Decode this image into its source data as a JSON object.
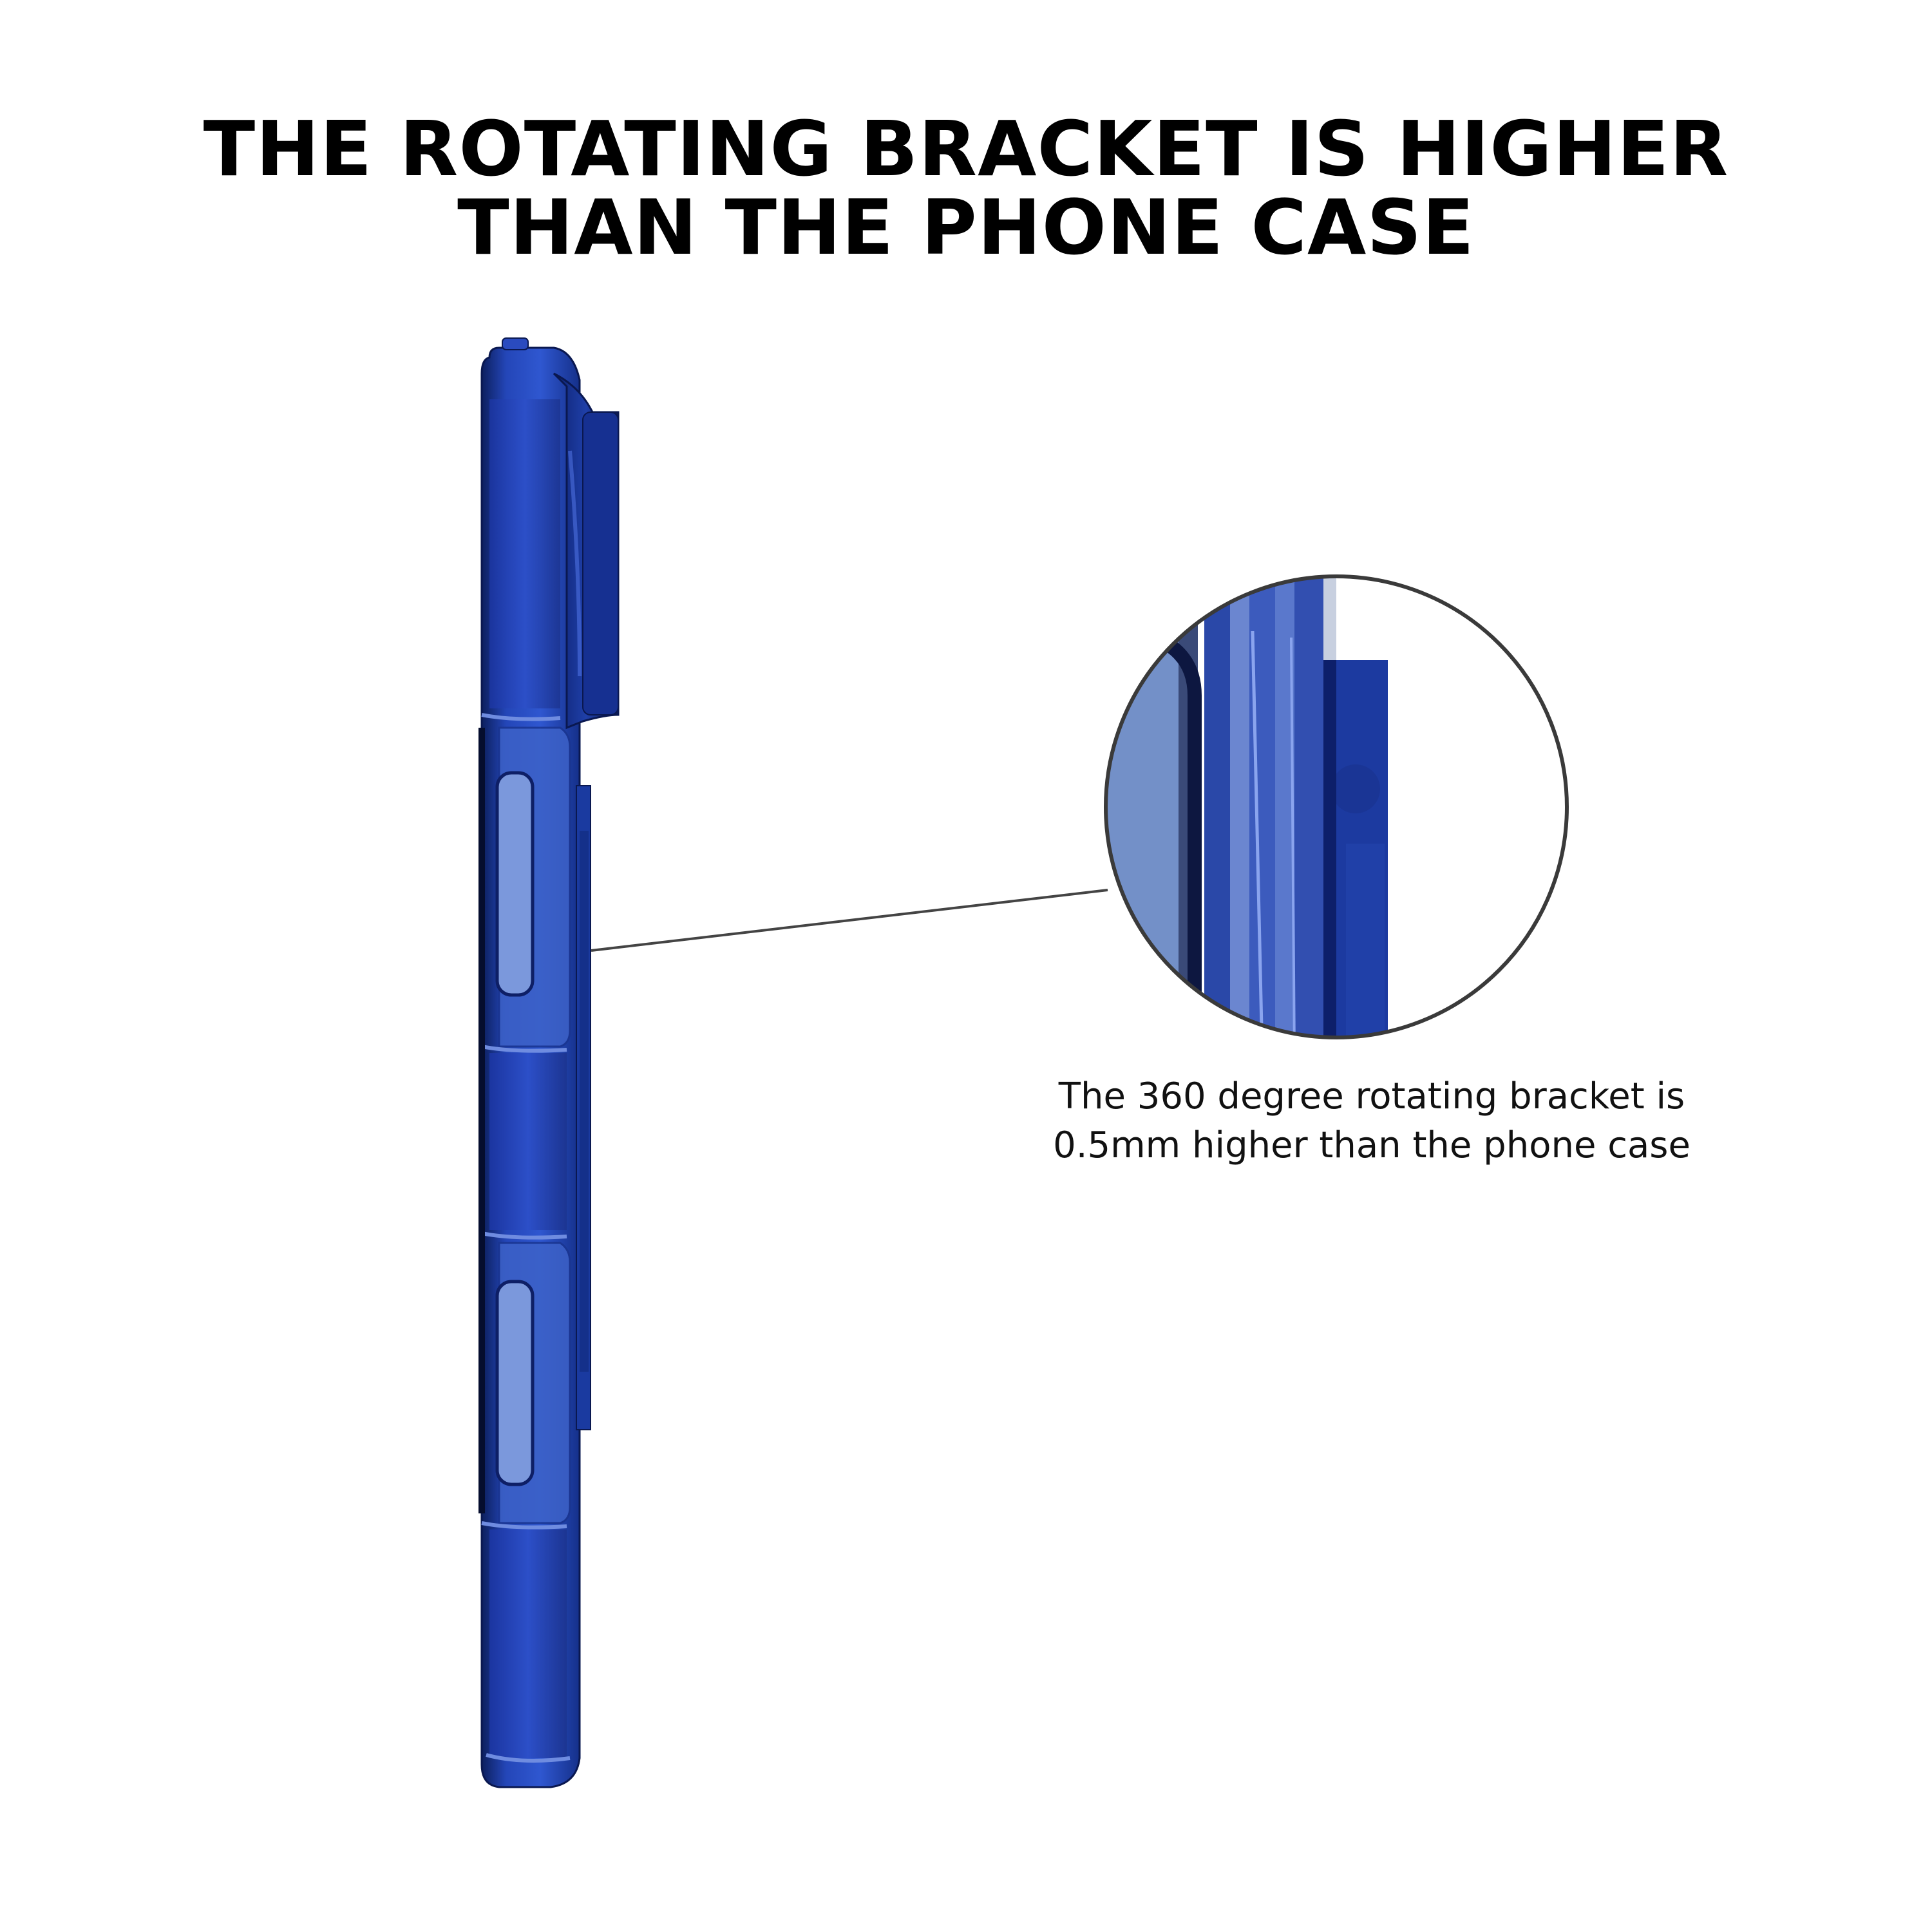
{
  "headline": {
    "line1": "THE ROTATING BRACKET IS HIGHER",
    "line2": "THAN THE PHONE CASE"
  },
  "caption": {
    "line1": "The 360 degree rotating bracket is",
    "line2": "0.5mm higher than the phone case"
  },
  "colors": {
    "case_blue": "#1f3fa8",
    "case_dark": "#0c1f5e",
    "case_light": "#5c7fd6",
    "bracket_blue": "#1a3aa0",
    "zoom_panel": "#7390c8",
    "callout_line": "#444444"
  }
}
